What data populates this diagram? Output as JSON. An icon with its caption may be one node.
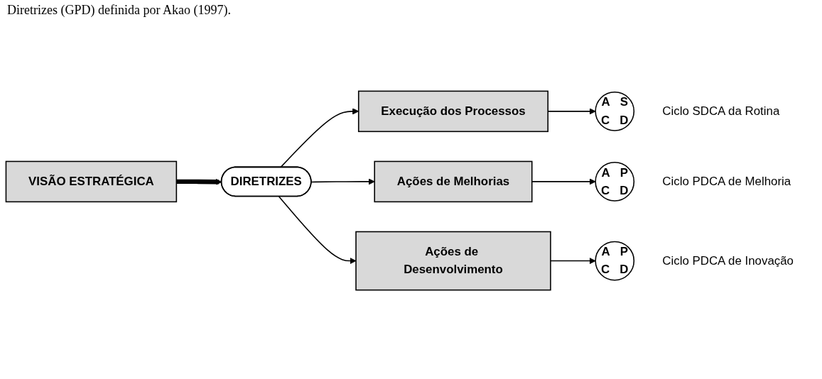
{
  "diagram": {
    "nodes": [
      {
        "text": [
          "VISÃO ESTRATÉGICA"
        ]
      },
      {
        "text": [
          "DIRETRIZES"
        ]
      },
      {
        "text": [
          "Execução dos Processos"
        ]
      },
      {
        "text": [
          "Ações de Melhorias"
        ]
      },
      {
        "text": [
          "Ações de Desenvolvimento"
        ]
      },
      {
        "text": [
          "A",
          "S",
          "C",
          "D"
        ],
        "beside": [
          "Ciclo SDCA da Rotina"
        ]
      },
      {
        "text": [
          "A",
          "P",
          "C",
          "D"
        ],
        "beside": [
          "Ciclo PDCA de Melhoria"
        ]
      },
      {
        "text": [
          "A",
          "P",
          "C",
          "D"
        ],
        "beside": [
          "Ciclo PDCA de Inovação"
        ]
      }
    ],
    "edges": [
      {
        "from": 0,
        "to": 1,
        "arrow": "to",
        "style": "thick"
      },
      {
        "from": 1,
        "to": 2,
        "arrow": "to"
      },
      {
        "from": 1,
        "to": 3,
        "arrow": "to"
      },
      {
        "from": 1,
        "to": 4,
        "arrow": "to"
      },
      {
        "from": 2,
        "to": 5,
        "arrow": "to"
      },
      {
        "from": 3,
        "to": 6,
        "arrow": "to"
      },
      {
        "from": 4,
        "to": 7,
        "arrow": "to"
      }
    ],
    "labels": [
      "Diretrizes (GPD) definida por Akao (1997)."
    ]
  }
}
